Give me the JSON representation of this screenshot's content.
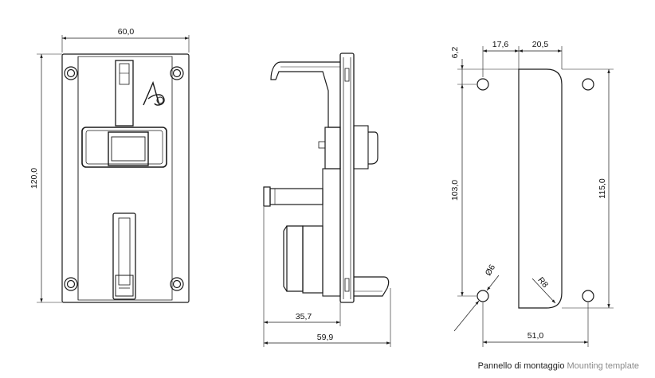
{
  "front_view": {
    "width_label": "60,0",
    "height_label": "120,0"
  },
  "side_view": {
    "depth_label_1": "35,7",
    "depth_label_2": "59,9"
  },
  "template_view": {
    "offset_label": "6,2",
    "gap_label": "17,6",
    "cutout_width_label": "20,5",
    "hole_spacing_label": "103,0",
    "total_height_label": "115,0",
    "hole_diameter_label": "Ø6",
    "radius_label": "R8",
    "bottom_width_label": "51,0"
  },
  "caption": {
    "italian": "Pannello di montaggio",
    "english": "Mounting template"
  },
  "colors": {
    "line": "#1a1a1a",
    "caption_secondary": "#8a8a8a"
  }
}
